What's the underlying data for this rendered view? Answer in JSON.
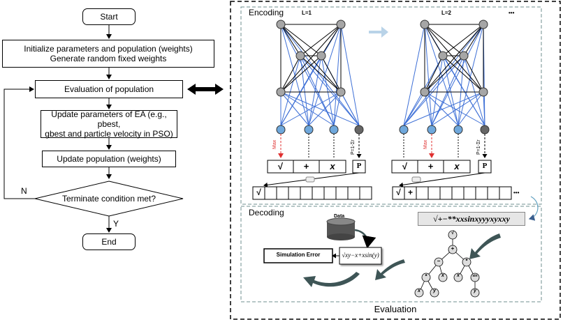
{
  "flowchart": {
    "start": "Start",
    "init_line1": "Initialize parameters and population (weights)",
    "init_line2": "Generate random fixed weights",
    "evaluation": "Evaluation of population",
    "update_ea_line1": "Update parameters of EA (e.g., pbest,",
    "update_ea_line2": "gbest and particle velocity in PSO)",
    "update_pop": "Update population (weights)",
    "terminate": "Terminate condition met?",
    "no_label": "N",
    "yes_label": "Y",
    "end": "End"
  },
  "encoding": {
    "title": "Encoding",
    "layer1": "L=1",
    "layer2": "L=2",
    "ellipsis": "•••",
    "max_label": "Max",
    "p_label": "P=1-Σr",
    "ops": [
      "√",
      "+",
      "x",
      "P"
    ],
    "row1_first": "√",
    "row2_first1": "√",
    "row2_first2": "+"
  },
  "decoding": {
    "title": "Decoding",
    "expression": "√+−**xxsinxyyyxyxxy",
    "data_label": "Data",
    "simulation_error": "Simulation Error",
    "formula": "√xy−x+xsin(y)",
    "tree_nodes": [
      "√",
      "+",
      "−",
      "*",
      "*",
      "x",
      "x",
      "sin",
      "x",
      "y",
      "y"
    ]
  },
  "evaluation_label": "Evaluation",
  "colors": {
    "node_gray": "#a6a6a6",
    "node_blue": "#6fa8dc",
    "link_blue": "#3d6fd6",
    "arrow_red": "#e03030",
    "inner_border": "#6f8f8f"
  }
}
